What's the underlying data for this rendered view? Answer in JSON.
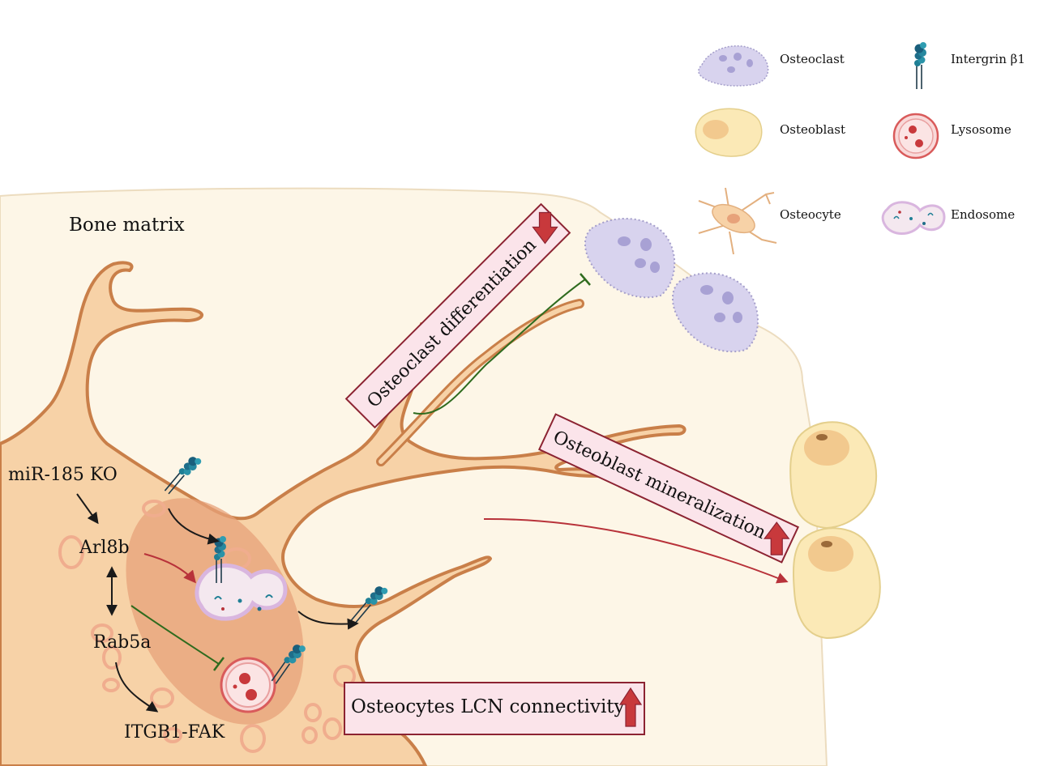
{
  "labels": {
    "bone_matrix": "Bone matrix",
    "mir185_ko": "miR-185 KO",
    "arl8b": "Arl8b",
    "rab5a": "Rab5a",
    "itgb1_fak": "ITGB1-FAK"
  },
  "outcomes": {
    "osteoclast": {
      "text": "Osteoclast differentiation",
      "direction": "down"
    },
    "osteoblast": {
      "text": "Osteoblast mineralization",
      "direction": "up"
    },
    "lcn": {
      "text": "Osteocytes LCN connectivity",
      "direction": "up"
    }
  },
  "legend": {
    "osteoclast": "Osteoclast",
    "osteoblast": "Osteoblast",
    "osteocyte": "Osteocyte",
    "integrin": "Intergrin β1",
    "lysosome": "Lysosome",
    "endosome": "Endosome"
  },
  "colors": {
    "matrix_fill": "#fdf6e7",
    "matrix_stroke": "#ecdcbf",
    "cell_fill": "#f7d2a7",
    "cell_stroke": "#c97f49",
    "nucleus": "#e7a27a",
    "vesicle": "#f2b79a",
    "osteoclast": "#d8d3ee",
    "osteoblast": "#fbe9b6",
    "integrin": "#1f7f95",
    "lysosome": "#d95b5b",
    "endosome": "#d9b6df",
    "box_fill": "#fbe4ea",
    "box_stroke": "#8c2332",
    "red_arrow": "#c8393c",
    "green_inhibit": "#2f6b1e",
    "dark_arrow": "#1a1a1a"
  }
}
